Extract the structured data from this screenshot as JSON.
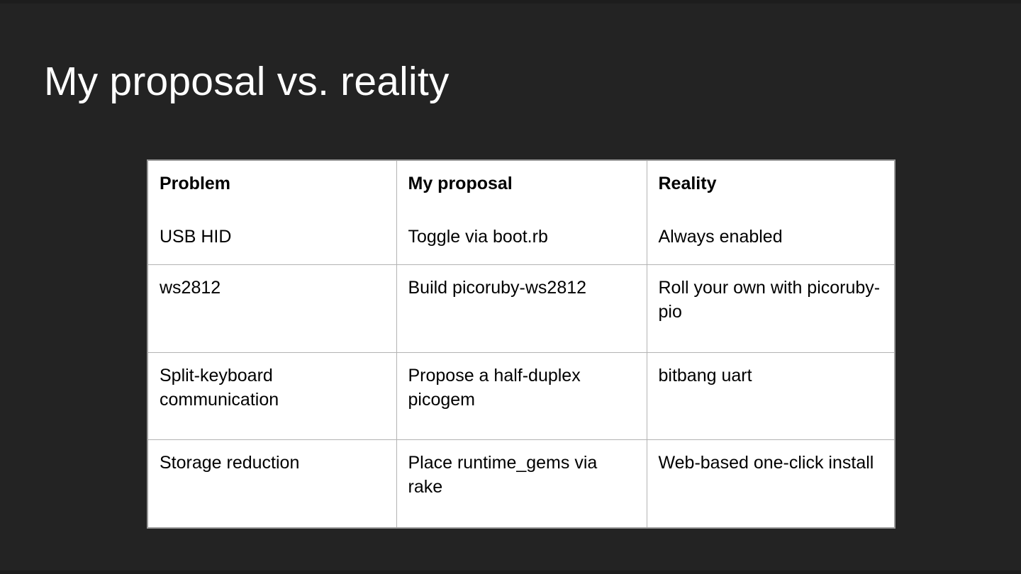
{
  "slide": {
    "title": "My proposal vs. reality",
    "background_color": "#232323",
    "title_color": "#ffffff",
    "table_border_color": "#9a9a9a",
    "table_grid_color": "#b3b3b3",
    "table_background": "#ffffff",
    "table_text_color": "#000000"
  },
  "table": {
    "columns": [
      "Problem",
      "My proposal",
      "Reality"
    ],
    "rows": [
      {
        "problem": "USB HID",
        "proposal": "Toggle via boot.rb",
        "reality": "Always enabled"
      },
      {
        "problem": "ws2812",
        "proposal": "Build picoruby-ws2812",
        "reality": "Roll your own with picoruby-pio"
      },
      {
        "problem": "Split-keyboard communication",
        "proposal": "Propose a half-duplex picogem",
        "reality": "bitbang uart"
      },
      {
        "problem": "Storage reduction",
        "proposal": "Place runtime_gems via rake",
        "reality": "Web-based one-click install"
      }
    ]
  }
}
